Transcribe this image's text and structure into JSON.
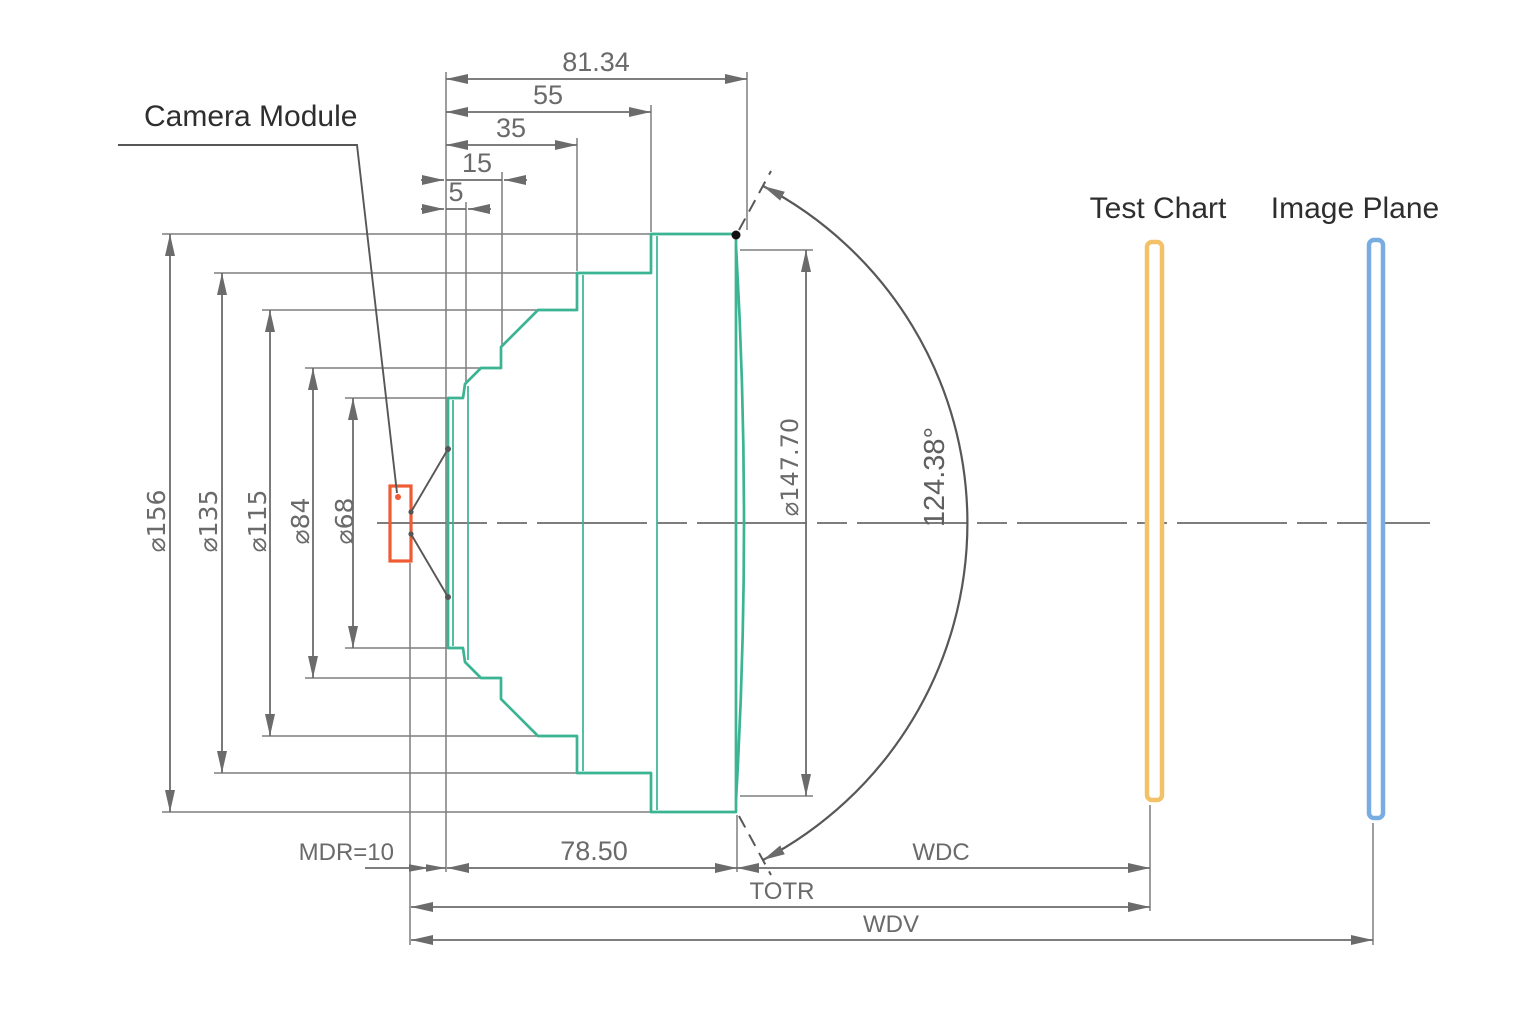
{
  "labels": {
    "camera_module": "Camera Module",
    "test_chart": "Test Chart",
    "image_plane": "Image Plane"
  },
  "dims": {
    "total_length": "81.34",
    "length_55": "55",
    "length_35": "35",
    "length_15": "15",
    "length_5": "5",
    "dia_156": "⌀156",
    "dia_135": "⌀135",
    "dia_115": "⌀115",
    "dia_84": "⌀84",
    "dia_68": "⌀68",
    "dia_front": "⌀147.70",
    "fov_angle": "124.38°",
    "mdr": "MDR=10",
    "barrel_length": "78.50",
    "wdc": "WDC",
    "totr": "TOTR",
    "wdv": "WDV"
  },
  "colors": {
    "lens_outline": "#3bb493",
    "camera_module": "#ef5b32",
    "test_chart": "#f3c167",
    "image_plane": "#79ace0",
    "dimension_gray": "#6b6b6b",
    "title_text": "#2e2e2e"
  }
}
